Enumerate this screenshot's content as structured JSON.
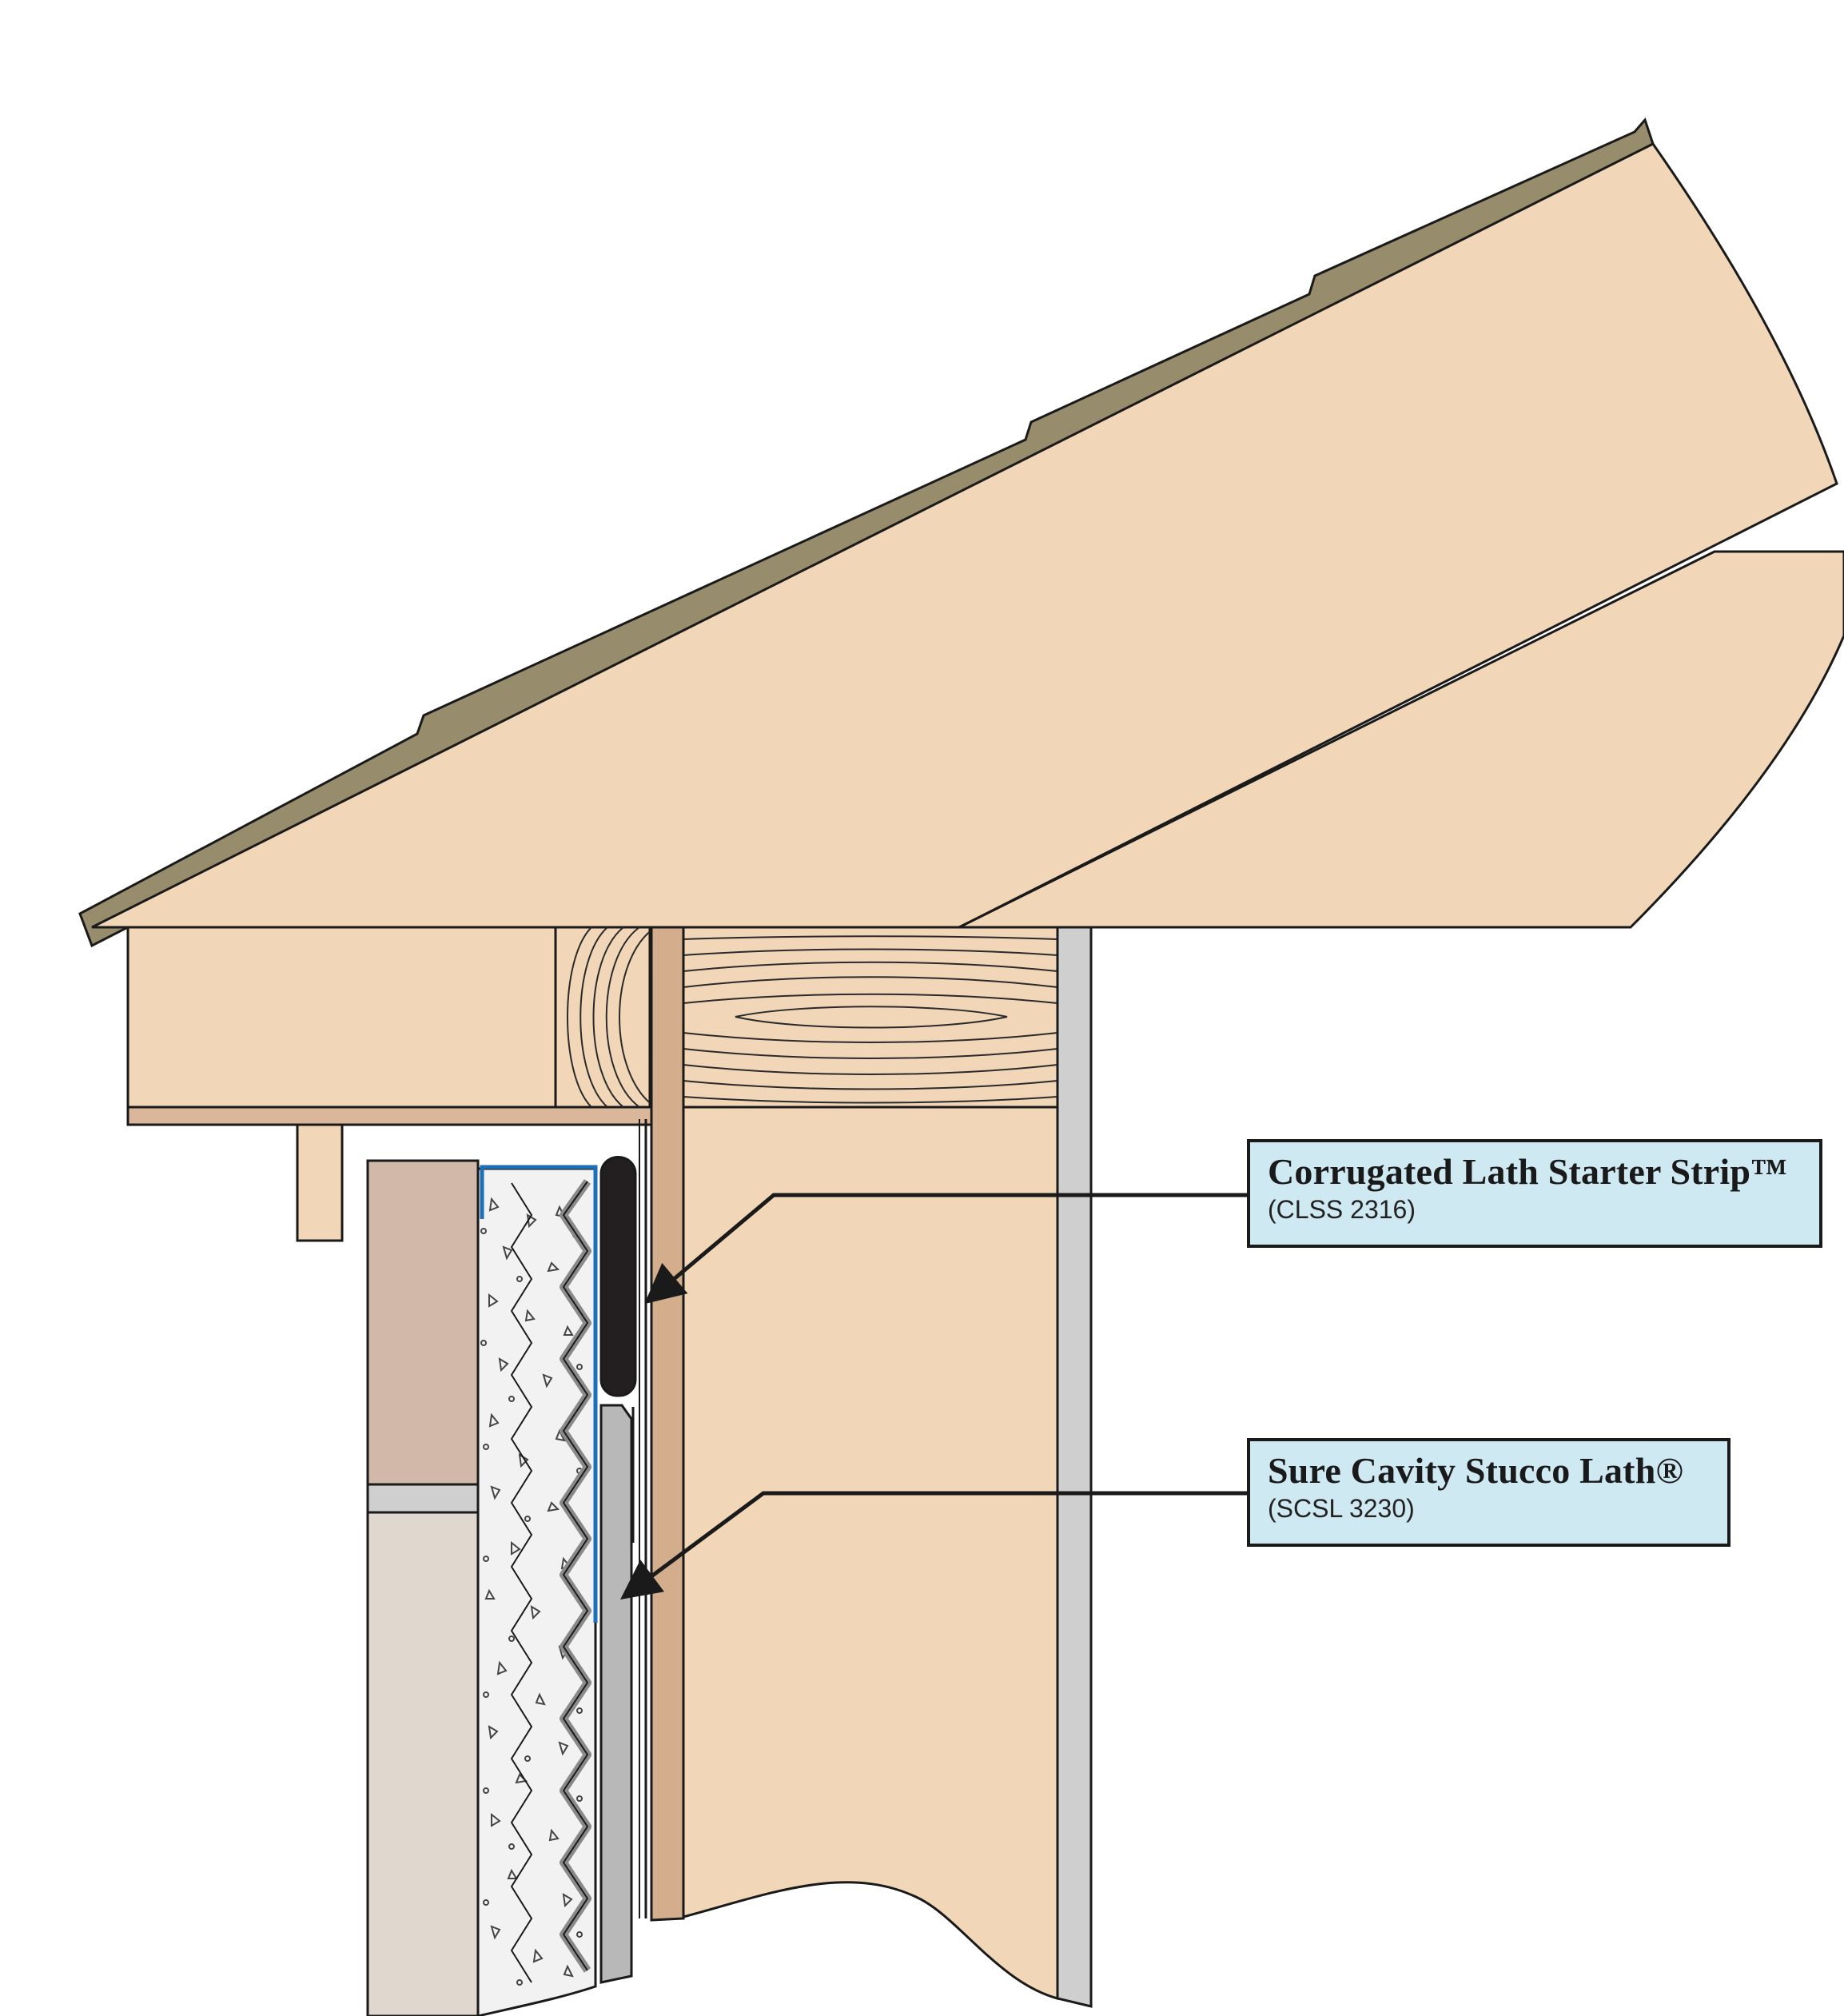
{
  "colors": {
    "roofing": "#978c6b",
    "lumber": "#f1d7b8",
    "lumber_outline": "#1a1a1a",
    "grain": "#2a2a2a",
    "sheathing": "#d3ad8c",
    "soffit_board": "#dab79a",
    "gypsum": "#cfcfcf",
    "stucco": "#f2f2f2",
    "masonry_upper": "#d1b8a8",
    "masonry_lower": "#e0d8cf",
    "lath": "#8a8a8a",
    "starter_strip": "#231f20",
    "flashing": "#1e6fb5",
    "callout_fill": "#cfe9f3",
    "leader": "#1a1a1a"
  },
  "icons": {
    "leader_tip": "arrowhead-icon"
  },
  "callouts": [
    {
      "id": "clss",
      "title": "Corrugated Lath Starter Strip™",
      "code": "(CLSS 2316)"
    },
    {
      "id": "scsl",
      "title": "Sure Cavity Stucco Lath®",
      "code": "(SCSL 3230)"
    }
  ]
}
